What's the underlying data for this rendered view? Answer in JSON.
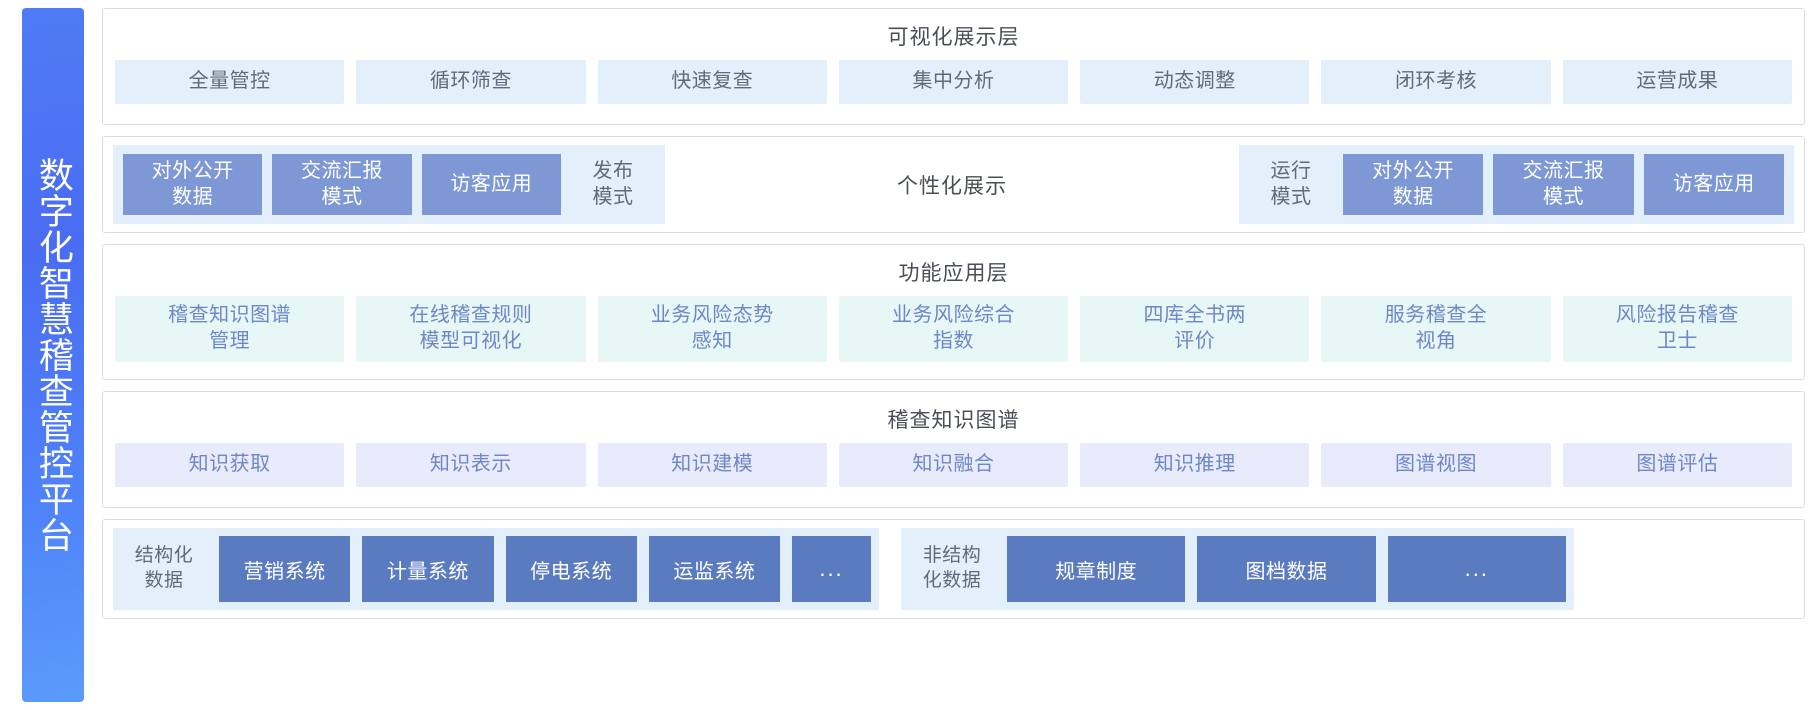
{
  "banner": {
    "title": "数字化智慧稽查管控平台"
  },
  "colors": {
    "banner_gradient_from": "#4f7bf5",
    "banner_gradient_to": "#5b9bfb",
    "chip_blue_light": "#e3f0fb",
    "chip_mint": "#e6f7f5",
    "chip_lavender": "#e8ebfb",
    "cell_solid": "#7d98d4",
    "data_box": "#5b7bc0",
    "text_muted": "#5f6b7a",
    "text_accent": "#6f87c9",
    "border": "#d9dde3"
  },
  "layers": [
    {
      "id": "visualization",
      "title": "可视化展示层",
      "items": [
        "全量管控",
        "循环筛查",
        "快速复查",
        "集中分析",
        "动态调整",
        "闭环考核",
        "运营成果"
      ]
    },
    {
      "id": "personalized-display",
      "center_label": "个性化展示",
      "left_group": [
        {
          "label": "对外公开\n数据",
          "style": "solid"
        },
        {
          "label": "交流汇报\n模式",
          "style": "solid"
        },
        {
          "label": "访客应用",
          "style": "solid"
        },
        {
          "label": "发布\n模式",
          "style": "plain"
        }
      ],
      "right_group": [
        {
          "label": "运行\n模式",
          "style": "plain"
        },
        {
          "label": "对外公开\n数据",
          "style": "solid"
        },
        {
          "label": "交流汇报\n模式",
          "style": "solid"
        },
        {
          "label": "访客应用",
          "style": "solid"
        }
      ]
    },
    {
      "id": "function-application",
      "title": "功能应用层",
      "items": [
        "稽查知识图谱\n管理",
        "在线稽查规则\n模型可视化",
        "业务风险态势\n感知",
        "业务风险综合\n指数",
        "四库全书两\n评价",
        "服务稽查全\n视角",
        "风险报告稽查\n卫士"
      ]
    },
    {
      "id": "knowledge-graph",
      "title": "稽查知识图谱",
      "items": [
        "知识获取",
        "知识表示",
        "知识建模",
        "知识融合",
        "知识推理",
        "图谱视图",
        "图谱评估"
      ]
    },
    {
      "id": "data-source",
      "structured": {
        "label": "结构化\n数据",
        "items": [
          "营销系统",
          "计量系统",
          "停电系统",
          "运监系统",
          "..."
        ]
      },
      "unstructured": {
        "label": "非结构\n化数据",
        "items": [
          "规章制度",
          "图档数据",
          "..."
        ]
      }
    }
  ]
}
